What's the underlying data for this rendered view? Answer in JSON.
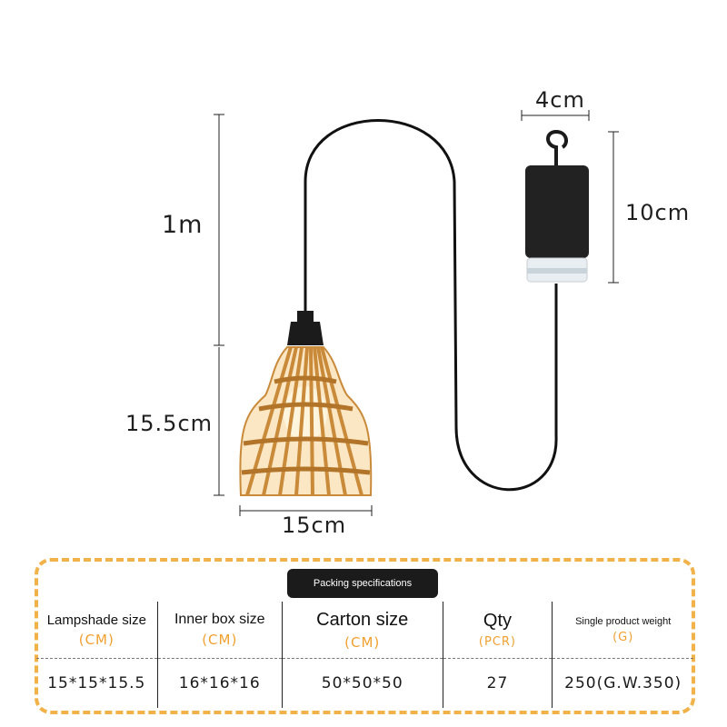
{
  "dimensions": {
    "cord_length": "1m",
    "shade_height": "15.5cm",
    "shade_width": "15cm",
    "battery_width": "4cm",
    "battery_height": "10cm"
  },
  "spec": {
    "title": "Packing specifications",
    "columns": [
      {
        "label": "Lampshade size",
        "unit": "(CM)",
        "value": "15*15*15.5"
      },
      {
        "label": "Inner box size",
        "unit": "(CM)",
        "value": "16*16*16"
      },
      {
        "label": "Carton size",
        "unit": "(CM)",
        "value": "50*50*50"
      },
      {
        "label": "Qty",
        "unit": "(PCR)",
        "value": "27"
      },
      {
        "label": "Single product weight",
        "unit": "(G)",
        "value": "250(G.W.350)"
      }
    ]
  },
  "colors": {
    "accent": "#f2b24a",
    "unit_text": "#f0a030",
    "rattan": "#c98a3a",
    "fixture": "#1b1b1b"
  }
}
